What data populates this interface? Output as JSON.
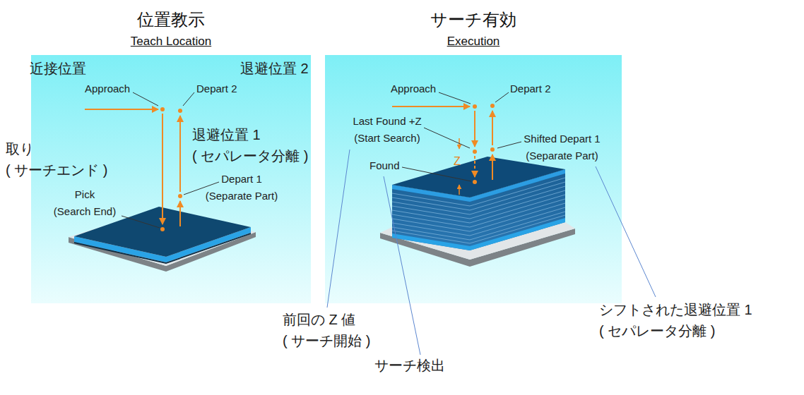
{
  "diagram": {
    "nodes": [
      {
        "text": [
          "位置教示",
          "Teach Location"
        ]
      },
      {
        "text": [
          "サーチ有効",
          "Execution"
        ]
      }
    ],
    "labels": [
      "近接位置",
      "Approach",
      "Depart 2",
      "退避位置 2",
      "取り ( サーチエンド )",
      "退避位置 1 ( セパレータ分離 )",
      "Depart 1 (Separate Part)",
      "Pick (Search End)",
      "Approach",
      "Depart 2",
      "Last Found +Z (Start Search)",
      "Shifted Depart 1 (Separate Part)",
      "Z",
      "Found",
      "前回の Z 値 ( サーチ開始 )",
      "サーチ検出",
      "シフトされた退避位置 1 ( セパレータ分離 )"
    ]
  }
}
